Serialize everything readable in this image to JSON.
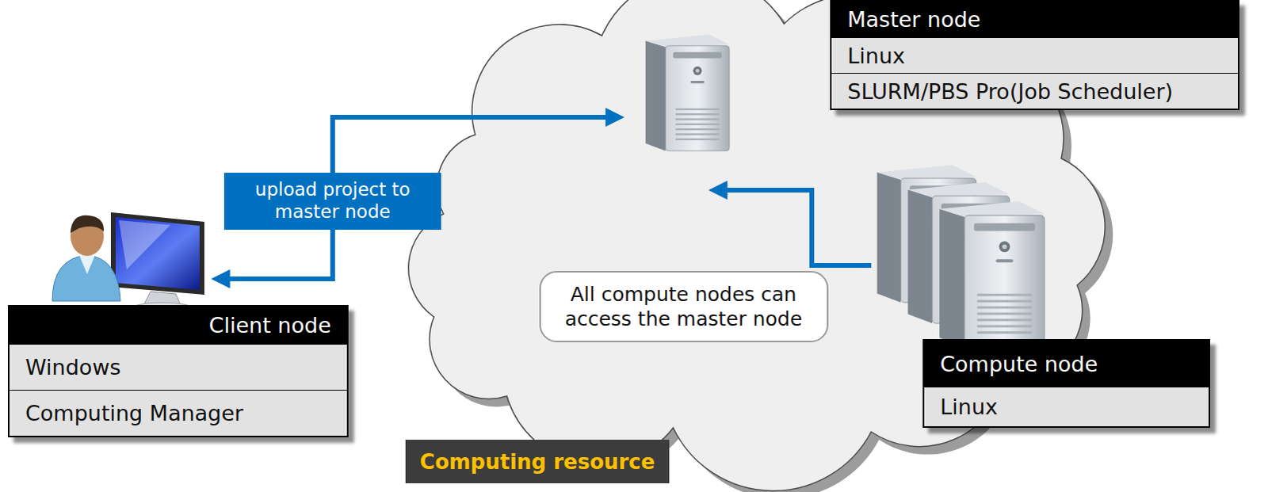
{
  "diagram": {
    "nodes": [
      {
        "text": [
          "Client node",
          "Windows",
          "Computing Manager"
        ]
      },
      {
        "text": [
          "Master node",
          "Linux",
          "SLURM/PBS Pro(Job Scheduler)"
        ]
      },
      {
        "text": [
          "Compute node",
          "Linux"
        ]
      },
      {
        "text": [
          "Computing resource"
        ]
      }
    ],
    "edges": [
      {
        "from": 0,
        "to": 1,
        "arrow": "both",
        "label": "upload project to master node"
      },
      {
        "from": 2,
        "to": 1,
        "arrow": "to",
        "label": "All compute nodes can access the master node"
      }
    ]
  }
}
